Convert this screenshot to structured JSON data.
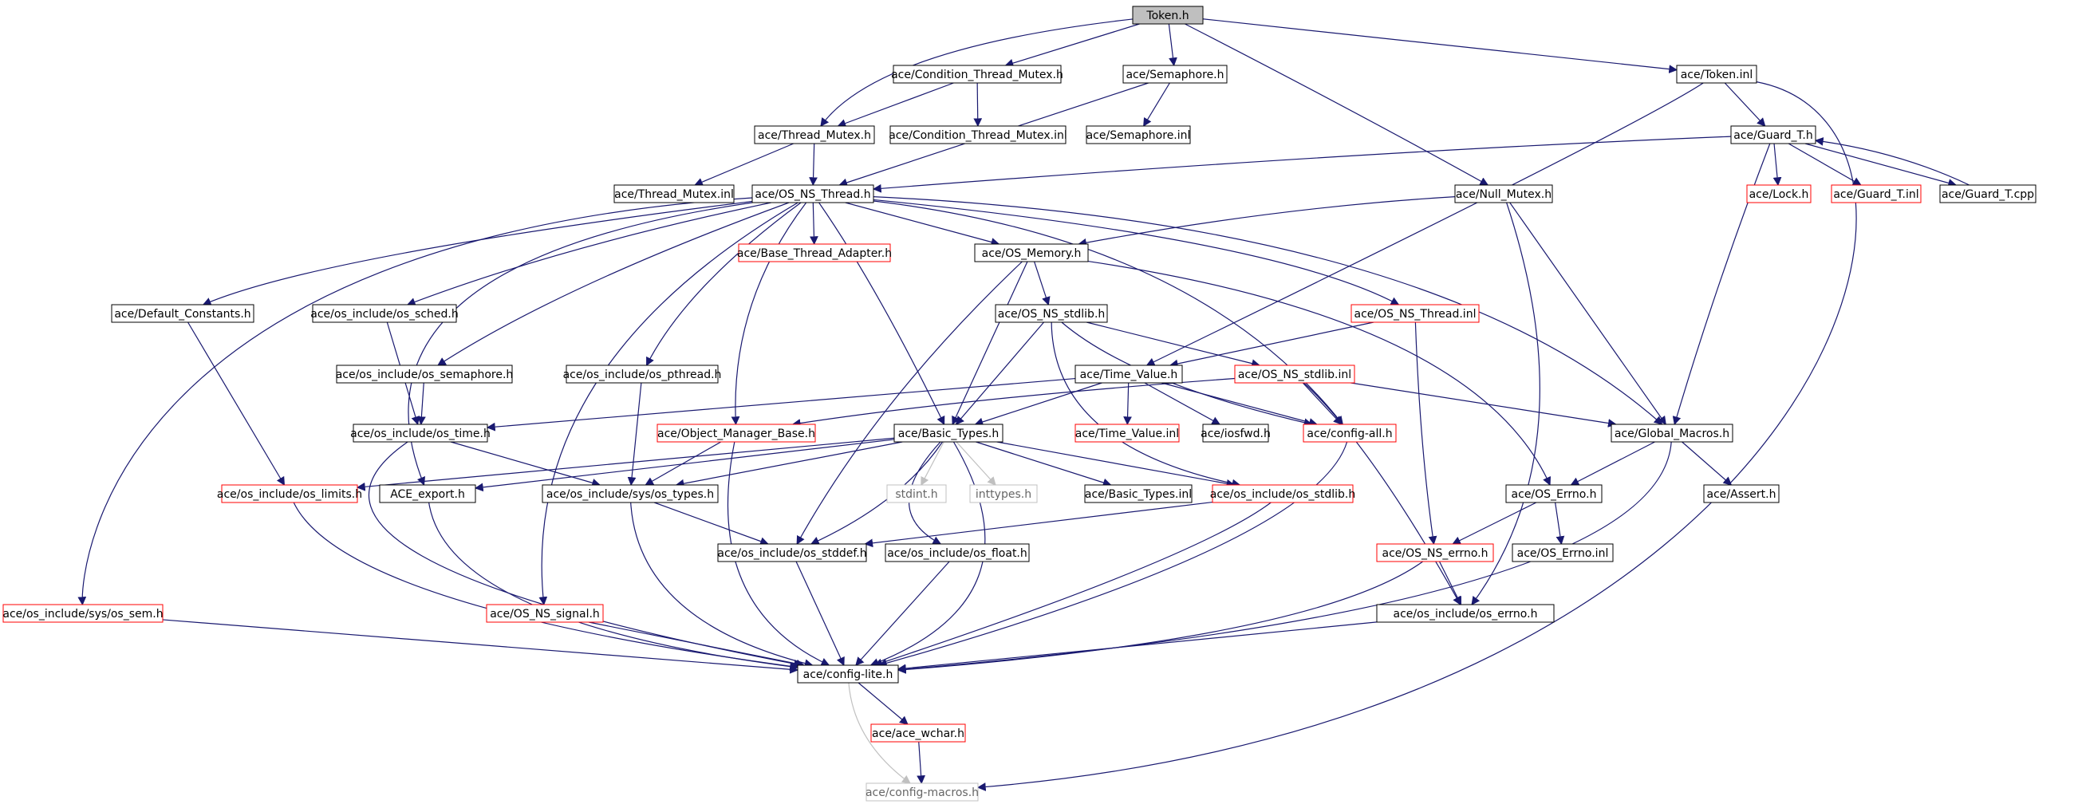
{
  "colors": {
    "edge": "#191970",
    "edge_grey": "#c0c0c0",
    "node_border": "#000000",
    "node_border_red": "#ff0000",
    "node_border_grey": "#c0c0c0",
    "root_fill": "#bfbfbf",
    "node_fill": "#ffffff"
  },
  "nodes": [
    {
      "id": "token_h",
      "label": "Token.h",
      "style": "root"
    },
    {
      "id": "cond_mutex_h",
      "label": "ace/Condition_Thread_Mutex.h",
      "style": "normal"
    },
    {
      "id": "semaphore_h",
      "label": "ace/Semaphore.h",
      "style": "normal"
    },
    {
      "id": "token_inl",
      "label": "ace/Token.inl",
      "style": "normal"
    },
    {
      "id": "thread_mutex_h",
      "label": "ace/Thread_Mutex.h",
      "style": "normal"
    },
    {
      "id": "cond_mutex_inl",
      "label": "ace/Condition_Thread_Mutex.inl",
      "style": "normal"
    },
    {
      "id": "semaphore_inl",
      "label": "ace/Semaphore.inl",
      "style": "normal"
    },
    {
      "id": "guard_t_h",
      "label": "ace/Guard_T.h",
      "style": "normal"
    },
    {
      "id": "thread_mutex_inl",
      "label": "ace/Thread_Mutex.inl",
      "style": "normal"
    },
    {
      "id": "os_ns_thread_h",
      "label": "ace/OS_NS_Thread.h",
      "style": "normal"
    },
    {
      "id": "null_mutex_h",
      "label": "ace/Null_Mutex.h",
      "style": "normal"
    },
    {
      "id": "lock_h",
      "label": "ace/Lock.h",
      "style": "red"
    },
    {
      "id": "guard_t_inl",
      "label": "ace/Guard_T.inl",
      "style": "red"
    },
    {
      "id": "guard_t_cpp",
      "label": "ace/Guard_T.cpp",
      "style": "normal"
    },
    {
      "id": "base_thread_adapter_h",
      "label": "ace/Base_Thread_Adapter.h",
      "style": "red"
    },
    {
      "id": "os_memory_h",
      "label": "ace/OS_Memory.h",
      "style": "normal"
    },
    {
      "id": "default_constants_h",
      "label": "ace/Default_Constants.h",
      "style": "normal"
    },
    {
      "id": "os_sched_h",
      "label": "ace/os_include/os_sched.h",
      "style": "normal"
    },
    {
      "id": "os_ns_stdlib_h",
      "label": "ace/OS_NS_stdlib.h",
      "style": "normal"
    },
    {
      "id": "os_ns_thread_inl",
      "label": "ace/OS_NS_Thread.inl",
      "style": "red"
    },
    {
      "id": "os_semaphore_h",
      "label": "ace/os_include/os_semaphore.h",
      "style": "normal"
    },
    {
      "id": "os_pthread_h",
      "label": "ace/os_include/os_pthread.h",
      "style": "normal"
    },
    {
      "id": "time_value_h",
      "label": "ace/Time_Value.h",
      "style": "normal"
    },
    {
      "id": "os_ns_stdlib_inl",
      "label": "ace/OS_NS_stdlib.inl",
      "style": "red"
    },
    {
      "id": "os_time_h",
      "label": "ace/os_include/os_time.h",
      "style": "normal"
    },
    {
      "id": "object_manager_base_h",
      "label": "ace/Object_Manager_Base.h",
      "style": "red"
    },
    {
      "id": "basic_types_h",
      "label": "ace/Basic_Types.h",
      "style": "normal"
    },
    {
      "id": "time_value_inl",
      "label": "ace/Time_Value.inl",
      "style": "red"
    },
    {
      "id": "iosfwd_h",
      "label": "ace/iosfwd.h",
      "style": "normal"
    },
    {
      "id": "config_all_h",
      "label": "ace/config-all.h",
      "style": "red"
    },
    {
      "id": "global_macros_h",
      "label": "ace/Global_Macros.h",
      "style": "normal"
    },
    {
      "id": "os_limits_h",
      "label": "ace/os_include/os_limits.h",
      "style": "red"
    },
    {
      "id": "ace_export_h",
      "label": "ACE_export.h",
      "style": "normal"
    },
    {
      "id": "os_types_h",
      "label": "ace/os_include/sys/os_types.h",
      "style": "normal"
    },
    {
      "id": "stdint_h",
      "label": "stdint.h",
      "style": "grey"
    },
    {
      "id": "inttypes_h",
      "label": "inttypes.h",
      "style": "grey"
    },
    {
      "id": "basic_types_inl",
      "label": "ace/Basic_Types.inl",
      "style": "normal"
    },
    {
      "id": "os_stdlib_h",
      "label": "ace/os_include/os_stdlib.h",
      "style": "red"
    },
    {
      "id": "os_errno_h_ns",
      "label": "ace/OS_Errno.h",
      "style": "normal"
    },
    {
      "id": "assert_h",
      "label": "ace/Assert.h",
      "style": "normal"
    },
    {
      "id": "os_stddef_h",
      "label": "ace/os_include/os_stddef.h",
      "style": "normal"
    },
    {
      "id": "os_float_h",
      "label": "ace/os_include/os_float.h",
      "style": "normal"
    },
    {
      "id": "os_ns_errno_h",
      "label": "ace/OS_NS_errno.h",
      "style": "red"
    },
    {
      "id": "os_errno_inl",
      "label": "ace/OS_Errno.inl",
      "style": "normal"
    },
    {
      "id": "os_sem_h",
      "label": "ace/os_include/sys/os_sem.h",
      "style": "red"
    },
    {
      "id": "os_ns_signal_h",
      "label": "ace/OS_NS_signal.h",
      "style": "red"
    },
    {
      "id": "os_include_errno_h",
      "label": "ace/os_include/os_errno.h",
      "style": "normal"
    },
    {
      "id": "config_lite_h",
      "label": "ace/config-lite.h",
      "style": "normal"
    },
    {
      "id": "ace_wchar_h",
      "label": "ace/ace_wchar.h",
      "style": "red"
    },
    {
      "id": "config_macros_h",
      "label": "ace/config-macros.h",
      "style": "grey"
    }
  ],
  "edges": [
    [
      "token_h",
      "cond_mutex_h"
    ],
    [
      "token_h",
      "semaphore_h"
    ],
    [
      "token_h",
      "token_inl"
    ],
    [
      "token_h",
      "thread_mutex_h"
    ],
    [
      "token_h",
      "null_mutex_h"
    ],
    [
      "cond_mutex_h",
      "thread_mutex_h"
    ],
    [
      "cond_mutex_h",
      "cond_mutex_inl"
    ],
    [
      "semaphore_h",
      "semaphore_inl"
    ],
    [
      "semaphore_h",
      "os_ns_thread_h"
    ],
    [
      "token_inl",
      "guard_t_h"
    ],
    [
      "token_inl",
      "time_value_h"
    ],
    [
      "token_inl",
      "config_macros_h"
    ],
    [
      "thread_mutex_h",
      "thread_mutex_inl"
    ],
    [
      "thread_mutex_h",
      "os_ns_thread_h"
    ],
    [
      "guard_t_h",
      "os_ns_thread_h"
    ],
    [
      "guard_t_h",
      "lock_h"
    ],
    [
      "guard_t_h",
      "guard_t_inl"
    ],
    [
      "guard_t_h",
      "guard_t_cpp"
    ],
    [
      "guard_t_h",
      "global_macros_h"
    ],
    [
      "guard_t_cpp",
      "guard_t_h"
    ],
    [
      "null_mutex_h",
      "os_memory_h"
    ],
    [
      "null_mutex_h",
      "global_macros_h"
    ],
    [
      "null_mutex_h",
      "os_include_errno_h"
    ],
    [
      "os_ns_thread_h",
      "base_thread_adapter_h"
    ],
    [
      "os_ns_thread_h",
      "os_memory_h"
    ],
    [
      "os_ns_thread_h",
      "default_constants_h"
    ],
    [
      "os_ns_thread_h",
      "os_sched_h"
    ],
    [
      "os_ns_thread_h",
      "os_ns_thread_inl"
    ],
    [
      "os_ns_thread_h",
      "os_semaphore_h"
    ],
    [
      "os_ns_thread_h",
      "os_pthread_h"
    ],
    [
      "os_ns_thread_h",
      "object_manager_base_h"
    ],
    [
      "os_ns_thread_h",
      "basic_types_h"
    ],
    [
      "os_ns_thread_h",
      "config_all_h"
    ],
    [
      "os_ns_thread_h",
      "global_macros_h"
    ],
    [
      "os_ns_thread_h",
      "ace_export_h"
    ],
    [
      "os_ns_thread_h",
      "os_sem_h"
    ],
    [
      "os_ns_thread_h",
      "os_ns_signal_h"
    ],
    [
      "os_memory_h",
      "os_ns_stdlib_h"
    ],
    [
      "os_memory_h",
      "basic_types_h"
    ],
    [
      "os_memory_h",
      "os_stddef_h"
    ],
    [
      "os_memory_h",
      "os_errno_h_ns"
    ],
    [
      "default_constants_h",
      "os_limits_h"
    ],
    [
      "os_sched_h",
      "os_time_h"
    ],
    [
      "os_semaphore_h",
      "os_time_h"
    ],
    [
      "os_pthread_h",
      "os_types_h"
    ],
    [
      "os_ns_stdlib_h",
      "os_ns_stdlib_inl"
    ],
    [
      "os_ns_stdlib_h",
      "basic_types_h"
    ],
    [
      "os_ns_stdlib_h",
      "os_stdlib_h"
    ],
    [
      "os_ns_stdlib_h",
      "config_all_h"
    ],
    [
      "os_ns_thread_inl",
      "time_value_h"
    ],
    [
      "os_ns_thread_inl",
      "os_ns_errno_h"
    ],
    [
      "time_value_h",
      "time_value_inl"
    ],
    [
      "time_value_h",
      "iosfwd_h"
    ],
    [
      "time_value_h",
      "basic_types_h"
    ],
    [
      "time_value_h",
      "os_time_h"
    ],
    [
      "time_value_h",
      "config_all_h"
    ],
    [
      "os_ns_stdlib_inl",
      "object_manager_base_h"
    ],
    [
      "os_ns_stdlib_inl",
      "config_all_h"
    ],
    [
      "os_ns_stdlib_inl",
      "global_macros_h"
    ],
    [
      "os_ns_stdlib_inl",
      "os_include_errno_h"
    ],
    [
      "os_time_h",
      "os_types_h"
    ],
    [
      "os_time_h",
      "config_lite_h"
    ],
    [
      "object_manager_base_h",
      "os_types_h"
    ],
    [
      "object_manager_base_h",
      "config_lite_h"
    ],
    [
      "basic_types_h",
      "os_limits_h"
    ],
    [
      "basic_types_h",
      "ace_export_h"
    ],
    [
      "basic_types_h",
      "os_types_h"
    ],
    [
      "basic_types_h",
      "stdint_h"
    ],
    [
      "basic_types_h",
      "inttypes_h"
    ],
    [
      "basic_types_h",
      "basic_types_inl"
    ],
    [
      "basic_types_h",
      "os_stdlib_h"
    ],
    [
      "basic_types_h",
      "os_stddef_h"
    ],
    [
      "basic_types_h",
      "os_float_h"
    ],
    [
      "basic_types_h",
      "config_lite_h"
    ],
    [
      "config_all_h",
      "config_lite_h"
    ],
    [
      "global_macros_h",
      "os_errno_h_ns"
    ],
    [
      "global_macros_h",
      "assert_h"
    ],
    [
      "global_macros_h",
      "config_lite_h"
    ],
    [
      "os_limits_h",
      "config_lite_h"
    ],
    [
      "ace_export_h",
      "config_lite_h"
    ],
    [
      "os_types_h",
      "os_stddef_h"
    ],
    [
      "os_types_h",
      "config_lite_h"
    ],
    [
      "os_stdlib_h",
      "os_stddef_h"
    ],
    [
      "os_stdlib_h",
      "config_lite_h"
    ],
    [
      "os_errno_h_ns",
      "os_ns_errno_h"
    ],
    [
      "os_errno_h_ns",
      "os_errno_inl"
    ],
    [
      "os_stddef_h",
      "config_lite_h"
    ],
    [
      "os_float_h",
      "config_lite_h"
    ],
    [
      "os_ns_errno_h",
      "os_include_errno_h"
    ],
    [
      "os_ns_errno_h",
      "config_lite_h"
    ],
    [
      "os_sem_h",
      "config_lite_h"
    ],
    [
      "os_ns_signal_h",
      "config_lite_h"
    ],
    [
      "os_include_errno_h",
      "config_lite_h"
    ],
    [
      "config_lite_h",
      "ace_wchar_h"
    ],
    [
      "config_lite_h",
      "config_macros_h"
    ],
    [
      "ace_wchar_h",
      "config_macros_h"
    ]
  ]
}
